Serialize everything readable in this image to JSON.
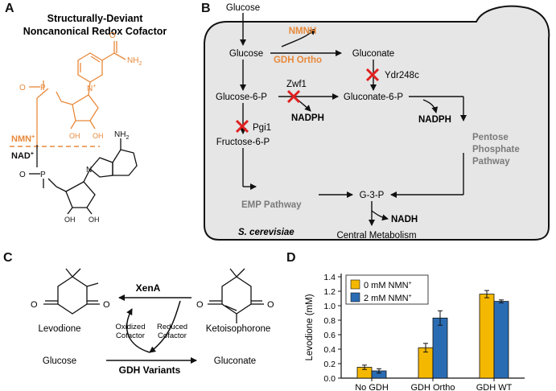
{
  "panels": {
    "a": "A",
    "b": "B",
    "c": "C",
    "d": "D"
  },
  "panel_a": {
    "title_line1": "Structurally-Deviant",
    "title_line2": "Noncanonical Redox Cofactor",
    "nmn_label": "NMN",
    "nmn_sup": "+",
    "nad_label": "NAD",
    "nad_sup": "+",
    "atoms": {
      "nh2_top": "NH",
      "nh2_top_sub": "2",
      "o_top": "O",
      "n_plus": "N",
      "n_plus_sup": "+",
      "nh2_mid": "NH",
      "nh2_mid_sub": "2",
      "p1": "P",
      "p2": "P",
      "o_minus1": "O",
      "o_minus2": "O",
      "oh": "OH",
      "n": "N"
    }
  },
  "panel_b": {
    "glucose_top": "Glucose",
    "glucose": "Glucose",
    "nmnh": "NMNH",
    "gdh_ortho": "GDH Ortho",
    "gluconate": "Gluconate",
    "ydr248c": "Ydr248c",
    "zwf1": "Zwf1",
    "glucose6p": "Glucose-6-P",
    "gluconate6p": "Gluconate-6-P",
    "nadph1": "NADPH",
    "nadph2": "NADPH",
    "pgi1": "Pgi1",
    "ppp1": "Pentose",
    "ppp2": "Phosphate",
    "ppp3": "Pathway",
    "fructose6p": "Fructose-6-P",
    "emp": "EMP Pathway",
    "g3p": "G-3-P",
    "nadh": "NADH",
    "organism": "S. cerevisiae",
    "central": "Central Metabolism"
  },
  "panel_c": {
    "levodione": "Levodione",
    "ketoisophorone": "Ketoisophorone",
    "xena": "XenA",
    "oxidized1": "Oxidized",
    "oxidized2": "Cofactor",
    "reduced1": "Reduced",
    "reduced2": "Cofactor",
    "glucose": "Glucose",
    "gluconate": "Gluconate",
    "gdh_variants": "GDH Variants",
    "o_left": "O",
    "o_right": "O",
    "o_keto_left": "O",
    "o_keto_right": "O"
  },
  "chart_data": {
    "type": "bar",
    "categories": [
      "No GDH",
      "GDH Ortho",
      "GDH WT"
    ],
    "series": [
      {
        "name": "0 mM NMN+",
        "values": [
          0.15,
          0.42,
          1.16
        ],
        "errors": [
          0.03,
          0.06,
          0.05
        ],
        "color": "#f5b800"
      },
      {
        "name": "2 mM NMN+",
        "values": [
          0.1,
          0.83,
          1.06
        ],
        "errors": [
          0.03,
          0.1,
          0.02
        ],
        "color": "#2a6cb3"
      }
    ],
    "legend": [
      "0 mM NMN",
      "2 mM NMN"
    ],
    "legend_sup": "+",
    "xlabel": "",
    "ylabel": "Levodione (mM)",
    "ylim": [
      0,
      1.4
    ],
    "yticks": [
      "0.0",
      "0.2",
      "0.4",
      "0.6",
      "0.8",
      "1.0",
      "1.2",
      "1.4"
    ],
    "grid": false,
    "legend_position": "top-left"
  },
  "colors": {
    "orange": "#e8893a",
    "cell": "#e6e6e6",
    "red_x": "#e02020",
    "grey_text": "#7a7a7a"
  }
}
